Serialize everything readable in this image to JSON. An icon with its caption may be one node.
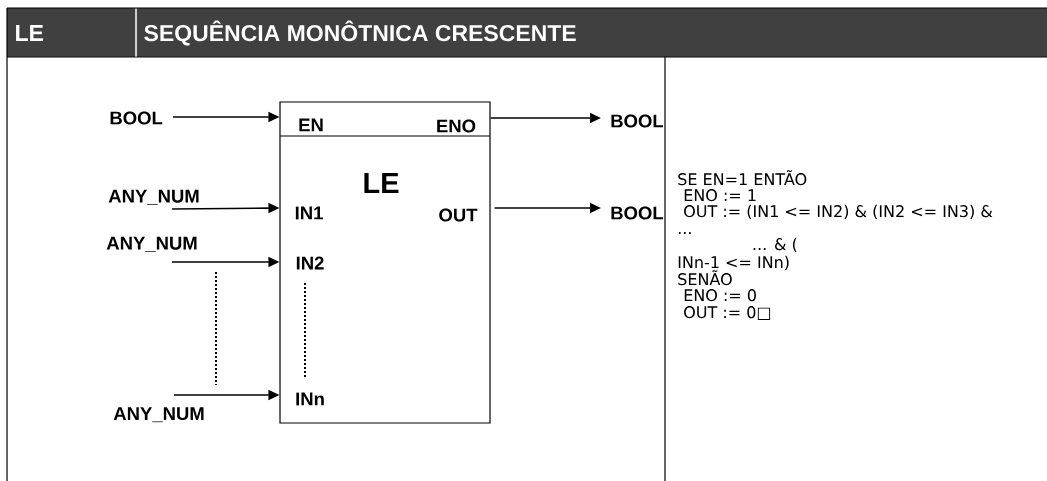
{
  "diagram": {
    "title": "SEQUÊNCIA MONÔTNICA CRESCENTE",
    "nodes": [
      {
        "text": [
          "BOOL"
        ]
      },
      {
        "text": [
          "EN",
          "ENO",
          "LE",
          "IN1",
          "OUT",
          "IN2",
          "INn"
        ]
      },
      {
        "text": [
          "BOOL"
        ]
      },
      {
        "text": [
          "ANY_NUM"
        ]
      },
      {
        "text": [
          "BOOL"
        ]
      },
      {
        "text": [
          "ANY_NUM"
        ]
      },
      {
        "text": [
          "ANY_NUM"
        ]
      }
    ],
    "edges": [
      {
        "from": 0,
        "to": 1,
        "arrow": "to"
      },
      {
        "from": 1,
        "to": 2,
        "arrow": "to"
      },
      {
        "from": 3,
        "to": 1,
        "arrow": "to"
      },
      {
        "from": 1,
        "to": 4,
        "arrow": "to"
      },
      {
        "from": 5,
        "to": 1,
        "arrow": "to"
      },
      {
        "from": 6,
        "to": 1,
        "arrow": "to"
      }
    ],
    "labels": [
      "LE",
      "SE EN=1 ENTÃO",
      "ENO := 1",
      "OUT := (IN1 <= IN2) & (IN2 <= IN3) &",
      "...",
      "... & (",
      "INn-1 <= INn)",
      "SENÃO",
      "ENO := 0",
      "OUT := 0□"
    ]
  }
}
